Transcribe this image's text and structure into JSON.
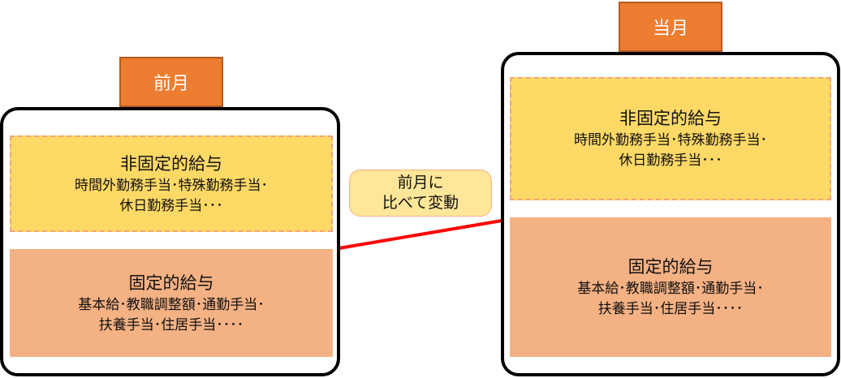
{
  "colors": {
    "tab": "#ED7D31",
    "non_fixed_box": "#FFD966",
    "fixed_box": "#F4B183",
    "bubble": "#FFE699",
    "connector": "#FF0000"
  },
  "previous": {
    "tab_label": "前月",
    "non_fixed": {
      "title": "非固定的給与",
      "line1": "時間外勤務手当･特殊勤務手当･",
      "line2": "休日勤務手当･･･"
    },
    "fixed": {
      "title": "固定的給与",
      "line1": "基本給･教職調整額･通勤手当･",
      "line2": "扶養手当･住居手当････"
    }
  },
  "current": {
    "tab_label": "当月",
    "non_fixed": {
      "title": "非固定的給与",
      "line1": "時間外勤務手当･特殊勤務手当･",
      "line2": "休日勤務手当･･･"
    },
    "fixed": {
      "title": "固定的給与",
      "line1": "基本給･教職調整額･通勤手当･",
      "line2": "扶養手当･住居手当････"
    }
  },
  "change_note": {
    "line1": "前月に",
    "line2": "比べて変動"
  }
}
